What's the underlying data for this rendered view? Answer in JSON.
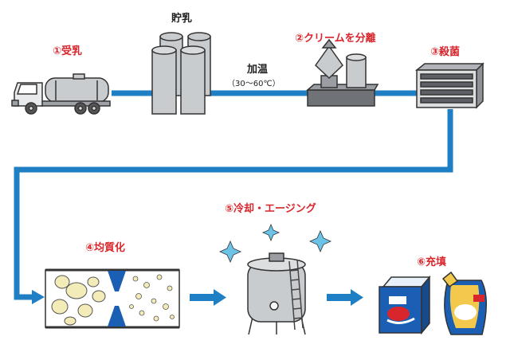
{
  "colors": {
    "pipe": "#1f7fc4",
    "step_label": "#d9262c",
    "text": "#222222",
    "outline": "#333333",
    "metal": "#c9cccf",
    "package_blue": "#1a5fb4",
    "package_red": "#d9262c",
    "package_yellow": "#f2c94c",
    "milk_globule": "#f3ebb8",
    "sparkle": "#6cc3e8"
  },
  "steps": {
    "receiving": "①受乳",
    "cream_separation": "②クリームを分離",
    "sterilization": "③殺菌",
    "homogenization": "④均質化",
    "cooling_aging": "⑤冷却・エージング",
    "filling": "⑥充填"
  },
  "stations": {
    "storage": "貯乳",
    "heating": "加温",
    "heating_temp": "（30〜60℃）"
  },
  "icons": {
    "receiving": "tanker-truck-icon",
    "storage": "storage-silos-icon",
    "separation": "centrifugal-separator-icon",
    "sterilization": "plate-heat-exchanger-icon",
    "homogenization": "homogenizer-pipe-icon",
    "cooling": "aging-tank-icon",
    "filling": "milk-carton-and-pouch-icon"
  }
}
